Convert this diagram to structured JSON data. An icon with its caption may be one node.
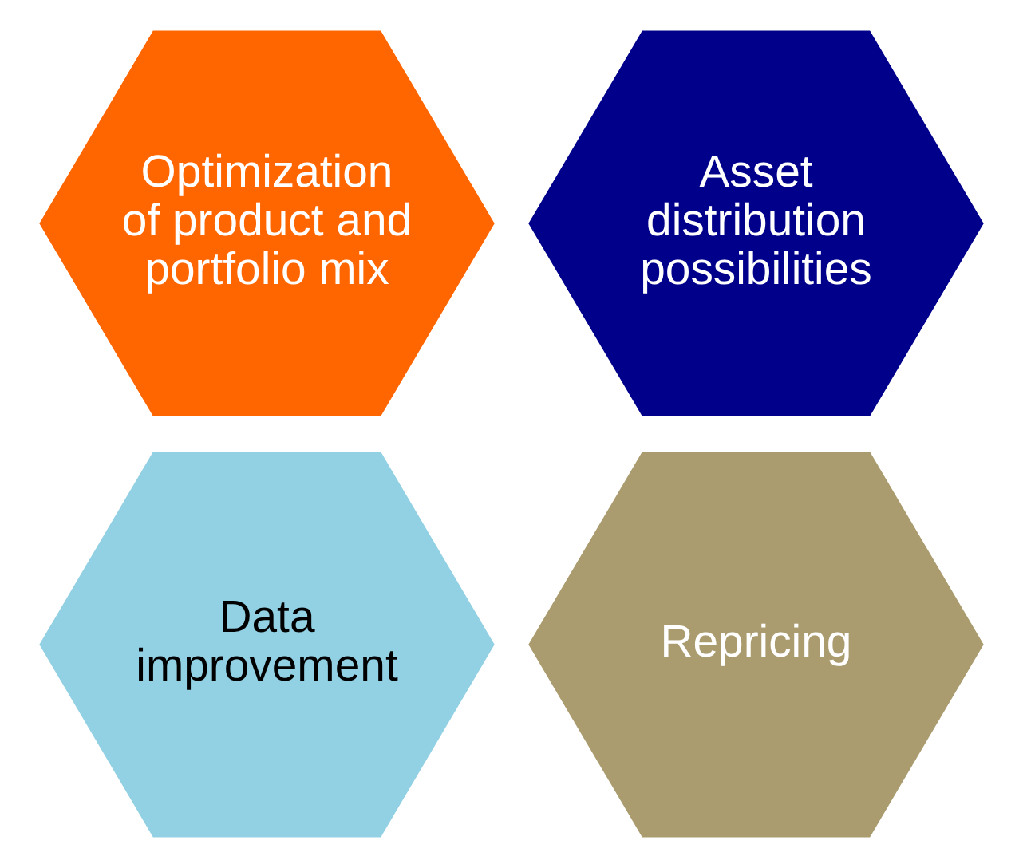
{
  "diagram": {
    "nodes": [
      {
        "text": [
          "Optimization of product and portfolio mix"
        ]
      },
      {
        "text": [
          "Asset distribution possibilities"
        ]
      },
      {
        "text": [
          "Data improvement"
        ]
      },
      {
        "text": [
          "Repricing"
        ]
      }
    ]
  }
}
